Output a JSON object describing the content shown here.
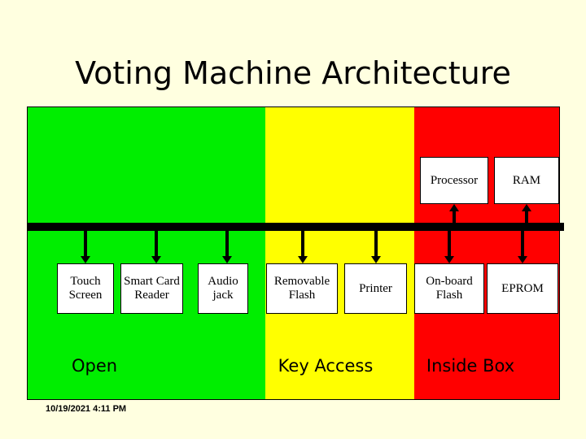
{
  "slide": {
    "title": "Voting Machine Architecture",
    "date_stamp": "10/19/2021 4:11 PM",
    "background_color": "#FFFFE0"
  },
  "zones": [
    {
      "name": "open",
      "caption": "Open",
      "color": "#00EE00"
    },
    {
      "name": "key-access",
      "caption": "Key Access",
      "color": "#FFFF00"
    },
    {
      "name": "inside-box",
      "caption": "Inside Box",
      "color": "#FF0000"
    }
  ],
  "bus": {
    "label": "",
    "color": "#000000"
  },
  "components_above_bus": [
    {
      "name": "processor",
      "label": "Processor"
    },
    {
      "name": "ram",
      "label": "RAM"
    }
  ],
  "components_below_bus": [
    {
      "name": "touch-screen",
      "label": "Touch Screen"
    },
    {
      "name": "smart-card-reader",
      "label": "Smart Card Reader"
    },
    {
      "name": "audio-jack",
      "label": "Audio jack"
    },
    {
      "name": "removable-flash",
      "label": "Removable Flash"
    },
    {
      "name": "printer",
      "label": "Printer"
    },
    {
      "name": "on-board-flash",
      "label": "On-board Flash"
    },
    {
      "name": "eprom",
      "label": "EPROM"
    }
  ]
}
